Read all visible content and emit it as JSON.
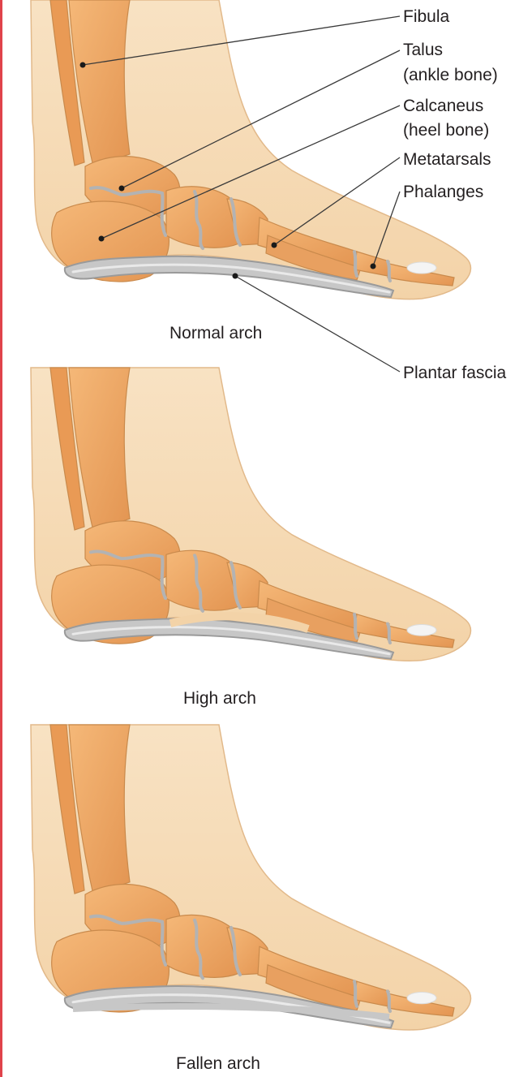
{
  "labels": {
    "fibula": "Fibula",
    "talus": "Talus",
    "talus_sub": "(ankle bone)",
    "calcaneus": "Calcaneus",
    "calcaneus_sub": "(heel bone)",
    "metatarsals": "Metatarsals",
    "phalanges": "Phalanges",
    "plantar_fascia": "Plantar fascia"
  },
  "captions": {
    "normal": "Normal arch",
    "high": "High arch",
    "fallen": "Fallen arch"
  },
  "colors": {
    "accent_bar": "#e0434b",
    "skin": "#f6dcb8",
    "bone": "#f0a965",
    "bone_dark": "#e2904a",
    "joint": "#b3b3b3",
    "fascia": "#c7c7c7",
    "line": "#3a3a3a"
  }
}
